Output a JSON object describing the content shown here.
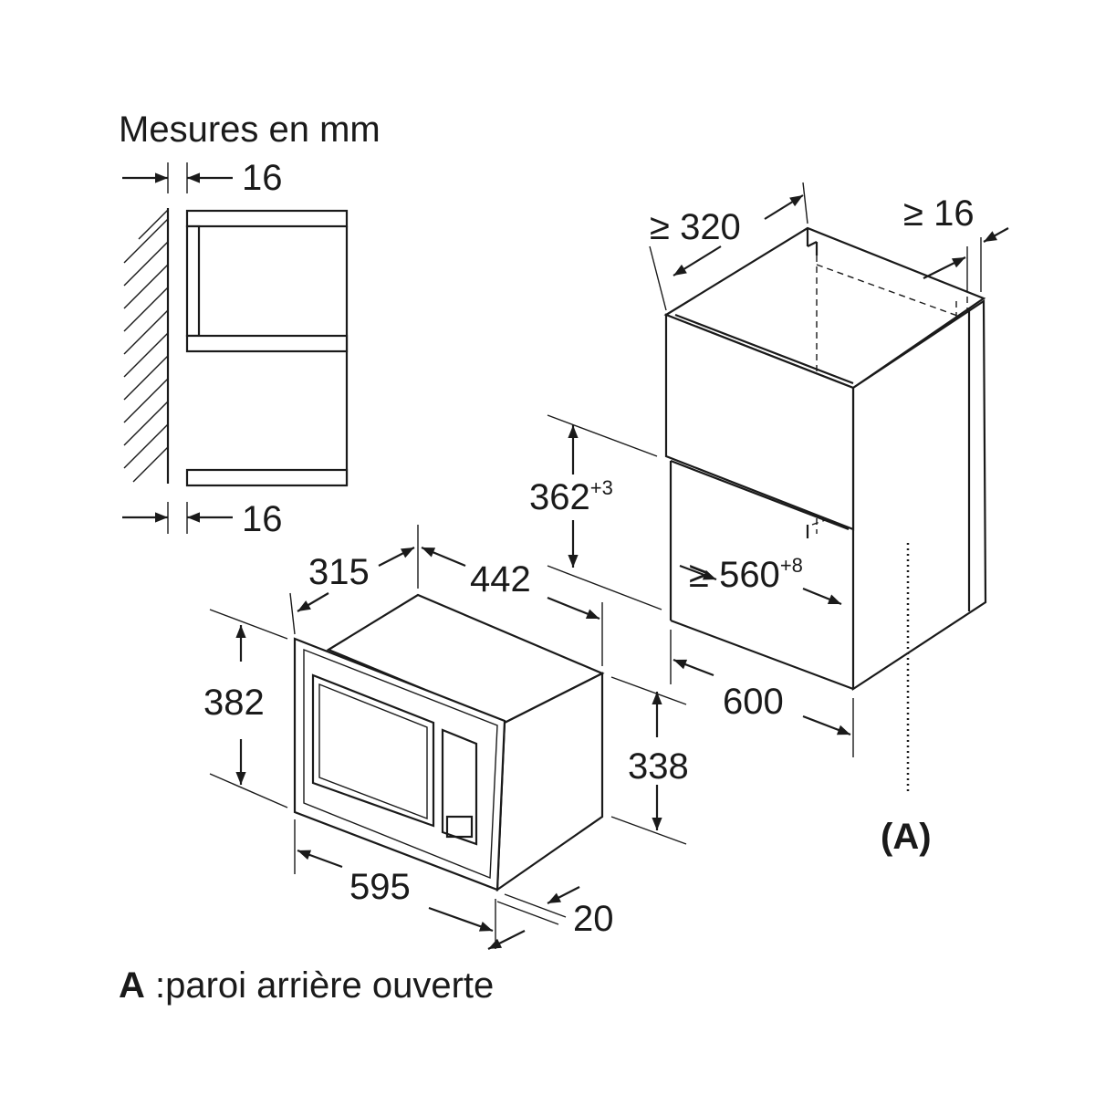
{
  "title": "Mesures en mm",
  "side_view": {
    "top_gap": "16",
    "bottom_gap": "16"
  },
  "cabinet": {
    "depth": "≥ 320",
    "side_gap": "≥ 16",
    "niche_height": "362",
    "niche_height_tol": "+3",
    "niche_width": "≥ 560",
    "niche_width_tol": "+8",
    "width": "600",
    "rear_label": "(A)"
  },
  "appliance": {
    "depth": "315",
    "body_width": "442",
    "front_height": "382",
    "body_height": "338",
    "front_width": "595",
    "front_thickness": "20"
  },
  "legend": {
    "key": "A",
    "text": ":paroi arrière ouverte"
  }
}
